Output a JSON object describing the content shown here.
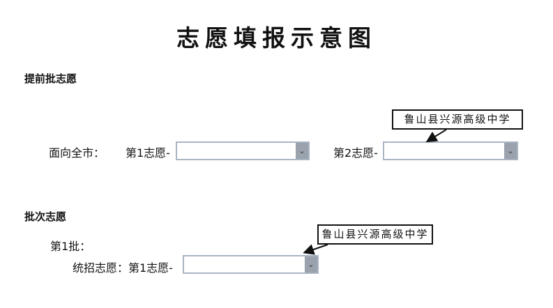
{
  "title": "志愿填报示意图",
  "section1": {
    "heading": "提前批志愿",
    "row_label": "面向全市：",
    "choice1_label": "第1志愿-",
    "choice2_label": "第2志愿-",
    "callout": "鲁山县兴源高级中学"
  },
  "section2": {
    "heading": "批次志愿",
    "batch_label": "第1批：",
    "row_label": "统招志愿：第1志愿-",
    "callout": "鲁山县兴源高级中学"
  },
  "icons": {
    "dropdown": "chevron-down-icon"
  }
}
